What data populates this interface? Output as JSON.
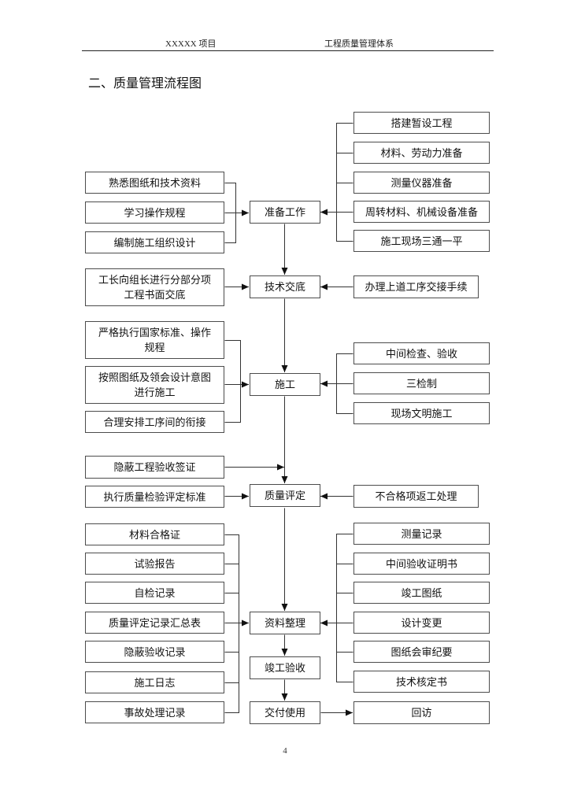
{
  "page": {
    "header_left": "XXXXX 项目",
    "header_right": "工程质量管理体系",
    "title": "二、质量管理流程图",
    "page_number": "4"
  },
  "flow": {
    "prep": {
      "step": "准备工作",
      "inputs_left": [
        "熟悉图纸和技术资料",
        "学习操作规程",
        "编制施工组织设计"
      ],
      "inputs_right": [
        "搭建暂设工程",
        "材料、劳动力准备",
        "测量仪器准备",
        "周转材料、机械设备准备",
        "施工现场三通一平"
      ]
    },
    "disclosure": {
      "step": "技术交底",
      "input_left": "工长向组长进行分部分项工程书面交底",
      "input_right": "办理上道工序交接手续"
    },
    "construction": {
      "step": "施工",
      "inputs_left": [
        "严格执行国家标准、操作规程",
        "按照图纸及领会设计意图进行施工",
        "合理安排工序间的衔接"
      ],
      "inputs_right": [
        "中间检查、验收",
        "三检制",
        "现场文明施工"
      ]
    },
    "quality": {
      "step": "质量评定",
      "input_hidden": "隐蔽工程验收签证",
      "input_left": "执行质量检验评定标准",
      "input_right": "不合格项返工处理"
    },
    "archive": {
      "step": "资料整理",
      "inputs_left": [
        "材料合格证",
        "试验报告",
        "自检记录",
        "质量评定记录汇总表",
        "隐蔽验收记录",
        "施工日志",
        "事故处理记录"
      ],
      "inputs_right": [
        "测量记录",
        "中间验收证明书",
        "竣工图纸",
        "设计变更",
        "图纸会审纪要",
        "技术核定书"
      ]
    },
    "acceptance": {
      "step": "竣工验收"
    },
    "delivery": {
      "step": "交付使用",
      "output": "回访"
    }
  }
}
